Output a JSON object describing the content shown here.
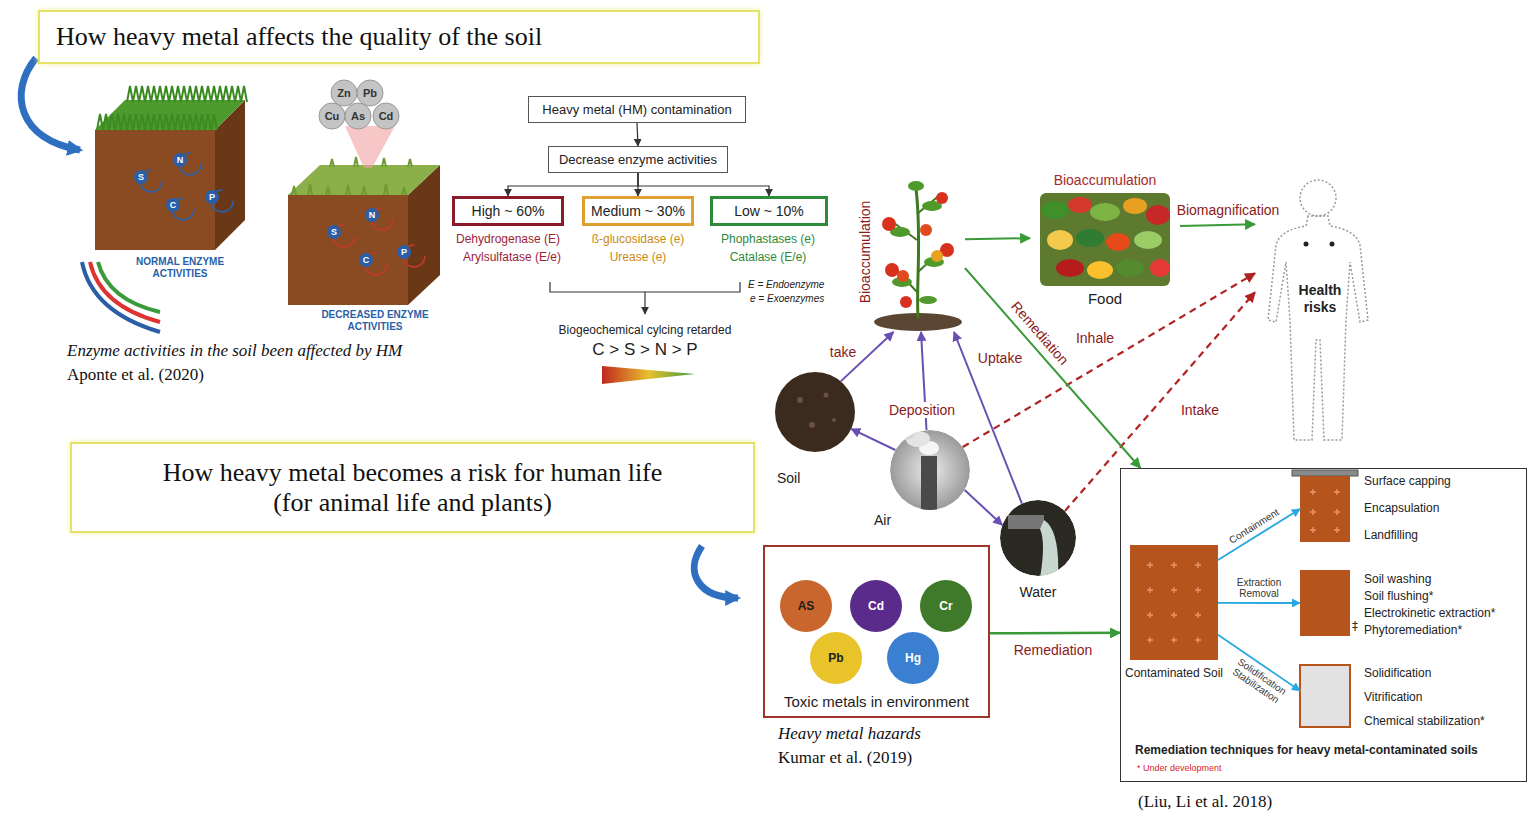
{
  "diagram": {
    "nodes": [
      {
        "text": [
          "How heavy metal affects the quality of the soil"
        ]
      },
      {
        "text": [
          "Heavy metal (HM) contamination"
        ]
      },
      {
        "text": [
          "Decrease enzyme activities"
        ]
      },
      {
        "text": [
          "High ~ 60%"
        ]
      },
      {
        "text": [
          "Medium ~ 30%"
        ]
      },
      {
        "text": [
          "Low ~ 10%"
        ]
      },
      {
        "text": [
          "Bioaccumulation"
        ]
      },
      {
        "text": [
          "Bioaccumulation",
          "Food"
        ]
      },
      {
        "text": [
          "Health risks"
        ]
      },
      {
        "text": [
          "Soil"
        ]
      },
      {
        "text": [
          "Air"
        ]
      },
      {
        "text": [
          "Water"
        ]
      },
      {
        "text": [
          "How heavy metal becomes a risk for human life",
          "(for animal life and plants)"
        ]
      },
      {
        "text": [
          "Toxic metals in environment"
        ]
      },
      {
        "text": [
          "AS"
        ],
        "in": 13
      },
      {
        "text": [
          "Cd"
        ],
        "in": 13
      },
      {
        "text": [
          "Cr"
        ],
        "in": 13
      },
      {
        "text": [
          "Pb"
        ],
        "in": 13
      },
      {
        "text": [
          "Hg"
        ],
        "in": 13
      },
      {
        "text": [
          "Remediation techniques for heavy metal-contaminated soils",
          "* Under development"
        ]
      },
      {
        "text": [
          "Contaminated Soil"
        ],
        "in": 19
      },
      {
        "text": [
          "Surface capping",
          "Encapsulation",
          "Landfilling"
        ],
        "in": 19
      },
      {
        "text": [
          "Soil washing",
          "Soil flushing*",
          "Electrokinetic extraction*",
          "Phytoremediation*"
        ],
        "in": 19
      },
      {
        "text": [
          "Solidification",
          "Vitrification",
          "Chemical stabilization*"
        ],
        "in": 19
      }
    ],
    "edges": [
      {
        "from": 1,
        "to": 2,
        "arrow": "to"
      },
      {
        "from": 2,
        "to": 3,
        "arrow": "to"
      },
      {
        "from": 2,
        "to": 4,
        "arrow": "to"
      },
      {
        "from": 2,
        "to": 5,
        "arrow": "to"
      },
      {
        "from": 9,
        "to": 6,
        "label": "take",
        "arrow": "to"
      },
      {
        "from": 10,
        "to": 6,
        "label": "Deposition",
        "arrow": "to"
      },
      {
        "from": 11,
        "to": 6,
        "label": "Uptake",
        "arrow": "to"
      },
      {
        "from": 10,
        "to": 9,
        "arrow": "to"
      },
      {
        "from": 10,
        "to": 11,
        "arrow": "to"
      },
      {
        "from": 6,
        "to": 7,
        "arrow": "to"
      },
      {
        "from": 7,
        "to": 8,
        "label": "Biomagnification",
        "arrow": "to"
      },
      {
        "from": 10,
        "to": 8,
        "label": "Inhale",
        "arrow": "to"
      },
      {
        "from": 11,
        "to": 8,
        "label": "Intake",
        "arrow": "to"
      },
      {
        "from": 6,
        "to": 19,
        "label": "Remediation",
        "arrow": "to"
      },
      {
        "from": 13,
        "to": 19,
        "label": "Remediation",
        "arrow": "to"
      },
      {
        "from": 20,
        "to": 21,
        "label": "Containment",
        "arrow": "to"
      },
      {
        "from": 20,
        "to": 22,
        "label": "Extraction Removal",
        "arrow": "to"
      },
      {
        "from": 20,
        "to": 23,
        "label": "Solidification Stabilization",
        "arrow": "to"
      }
    ],
    "labels": [
      "Zn",
      "Pb",
      "Cu",
      "As",
      "Cd",
      "S",
      "N",
      "C",
      "P",
      "S",
      "N",
      "C",
      "P",
      "NORMAL ENZYME ACTIVITIES",
      "DECREASED ENZYME ACTIVITIES",
      "Enzyme activities in the soil been affected by HM",
      "Aponte et al. (2020)",
      "Dehydrogenase (E)",
      "Arylsulfatase (E/e)",
      "ß-glucosidase (e)",
      "Urease (e)",
      "Phophastases (e)",
      "Catalase (E/e)",
      "E = Endoenzyme",
      "e = Exoenzymes",
      "Biogeochemical cylcing retarded",
      "C > S > N > P",
      "Heavy metal hazards",
      "Kumar et al. (2019)",
      "‡",
      "(Liu, Li et al. 2018)"
    ]
  }
}
